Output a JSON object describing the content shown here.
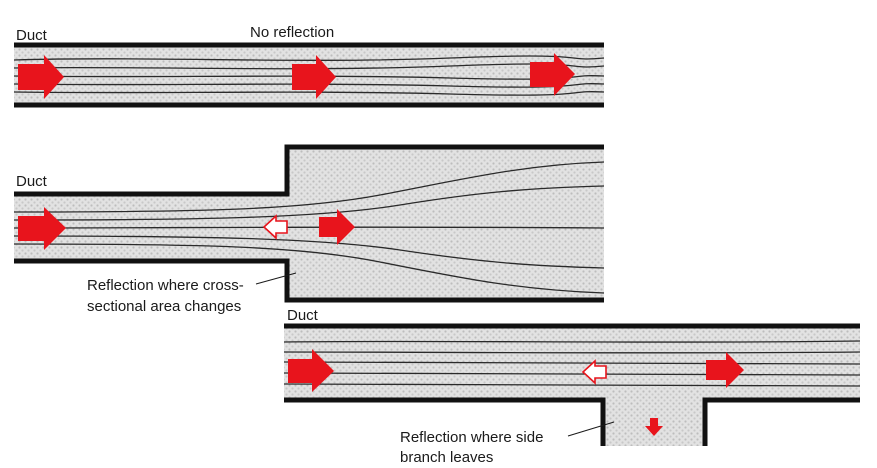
{
  "labels": {
    "duct_top": "Duct",
    "no_reflection": "No reflection",
    "duct_middle": "Duct",
    "area_change_line1": "Reflection where cross-",
    "area_change_line2": "sectional area changes",
    "duct_bottom": "Duct",
    "side_branch_line1": "Reflection where side",
    "side_branch_line2": "branch leaves"
  },
  "colors": {
    "arrow": "#e8141c",
    "wall": "#111111",
    "duct_fill": "#d9d9d9",
    "stream": "#2a2a2a",
    "text": "#1a1a1a"
  },
  "icons": {
    "incident_wave": "solid-red-arrow-icon",
    "reflected_wave": "outline-red-arrow-icon",
    "branch_wave": "small-red-down-arrow-icon"
  }
}
